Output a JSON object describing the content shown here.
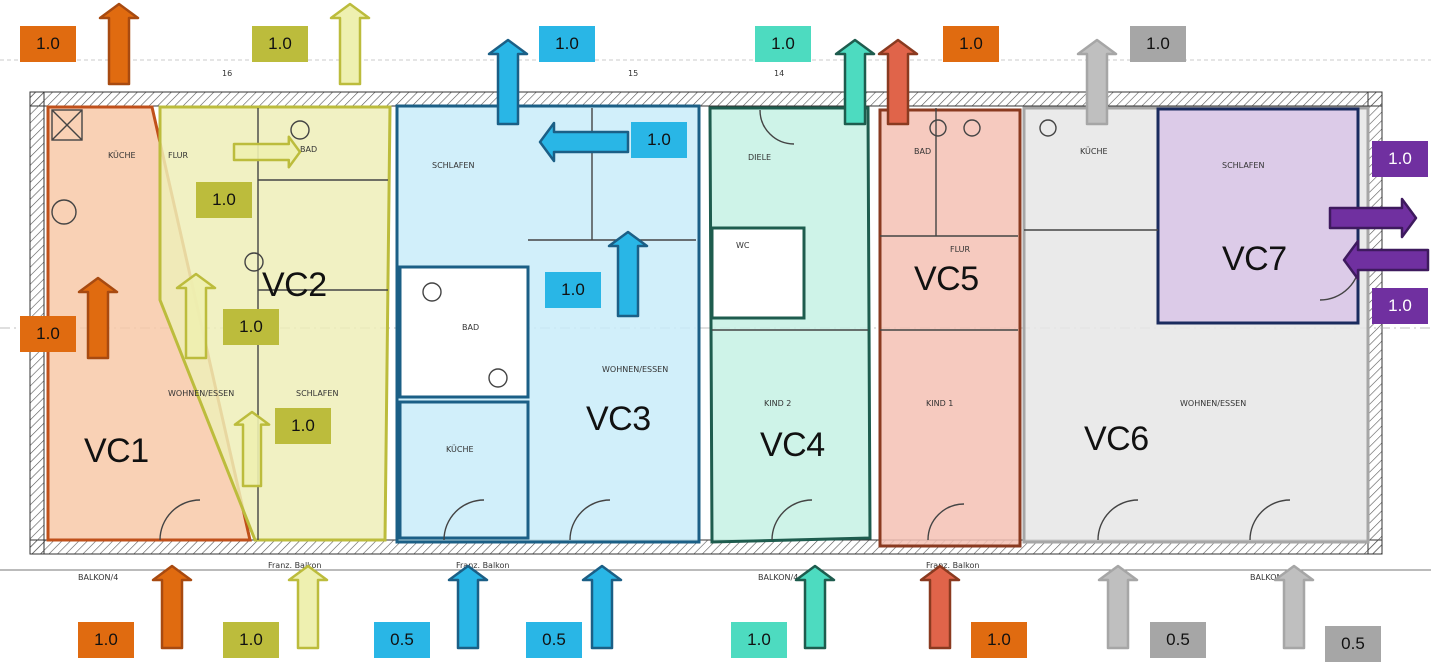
{
  "colors": {
    "orange": "#e06b10",
    "olive": "#bcbc3c",
    "lightblue": "#29b6e6",
    "teal": "#4ddbc0",
    "grey": "#a6a6a6",
    "purple": "#7030a0",
    "vc1_fill": "#f8c9a8",
    "vc2_fill": "#eeeeb8",
    "vc3_fill": "#c9ecf9",
    "vc4_fill": "#c6f1e4",
    "vc5_fill": "#f4c1b4",
    "vc6_fill": "#e6e6e6",
    "vc7_fill": "#d9c6e8"
  },
  "zones": [
    {
      "id": "vc1",
      "label": "VC1"
    },
    {
      "id": "vc2",
      "label": "VC2"
    },
    {
      "id": "vc3",
      "label": "VC3"
    },
    {
      "id": "vc4",
      "label": "VC4"
    },
    {
      "id": "vc5",
      "label": "VC5"
    },
    {
      "id": "vc6",
      "label": "VC6"
    },
    {
      "id": "vc7",
      "label": "VC7"
    }
  ],
  "badges": {
    "top_vc1": "1.0",
    "top_vc2": "1.0",
    "top_vc3": "1.0",
    "top_vc4": "1.0",
    "top_vc5": "1.0",
    "top_vc6": "1.0",
    "right_vc7_top": "1.0",
    "right_vc7_bottom": "1.0",
    "vc3_internal_left": "1.0",
    "vc3_internal_up": "1.0",
    "vc2_internal_1": "1.0",
    "vc2_internal_2": "1.0",
    "vc2_internal_3": "1.0",
    "vc1_internal": "1.0",
    "bottom_vc1": "1.0",
    "bottom_vc2": "1.0",
    "bottom_vc3_a": "0.5",
    "bottom_vc3_b": "0.5",
    "bottom_vc4": "1.0",
    "bottom_vc5": "1.0",
    "bottom_vc6_a": "0.5",
    "bottom_vc6_b": "0.5"
  },
  "plan_text": {
    "kueche_1": "KÜCHE",
    "flur_1": "FLUR",
    "bad_1": "BAD",
    "wohnen_1": "WOHNEN/ESSEN",
    "schlafen_1": "SCHLAFEN",
    "schlafen_2": "SCHLAFEN",
    "bad_2": "BAD",
    "kueche_2": "KÜCHE",
    "wohnen_2": "WOHNEN/ESSEN",
    "diele": "DIELE",
    "wc": "WC",
    "kind_2": "KIND 2",
    "bad_3": "BAD",
    "flur_2": "FLUR",
    "kind_1": "KIND 1",
    "kueche_3": "KÜCHE",
    "schlafen_3": "SCHLAFEN",
    "wohnen_3": "WOHNEN/ESSEN",
    "balkon_1": "BALKON/4",
    "balkon_2": "BALKON/4",
    "balkon_3": "BALKON/4",
    "frz_balkon_1": "Franz. Balkon",
    "frz_balkon_2": "Franz. Balkon",
    "frz_balkon_3": "Franz. Balkon",
    "num_16": "16",
    "num_15": "15",
    "num_14": "14"
  }
}
